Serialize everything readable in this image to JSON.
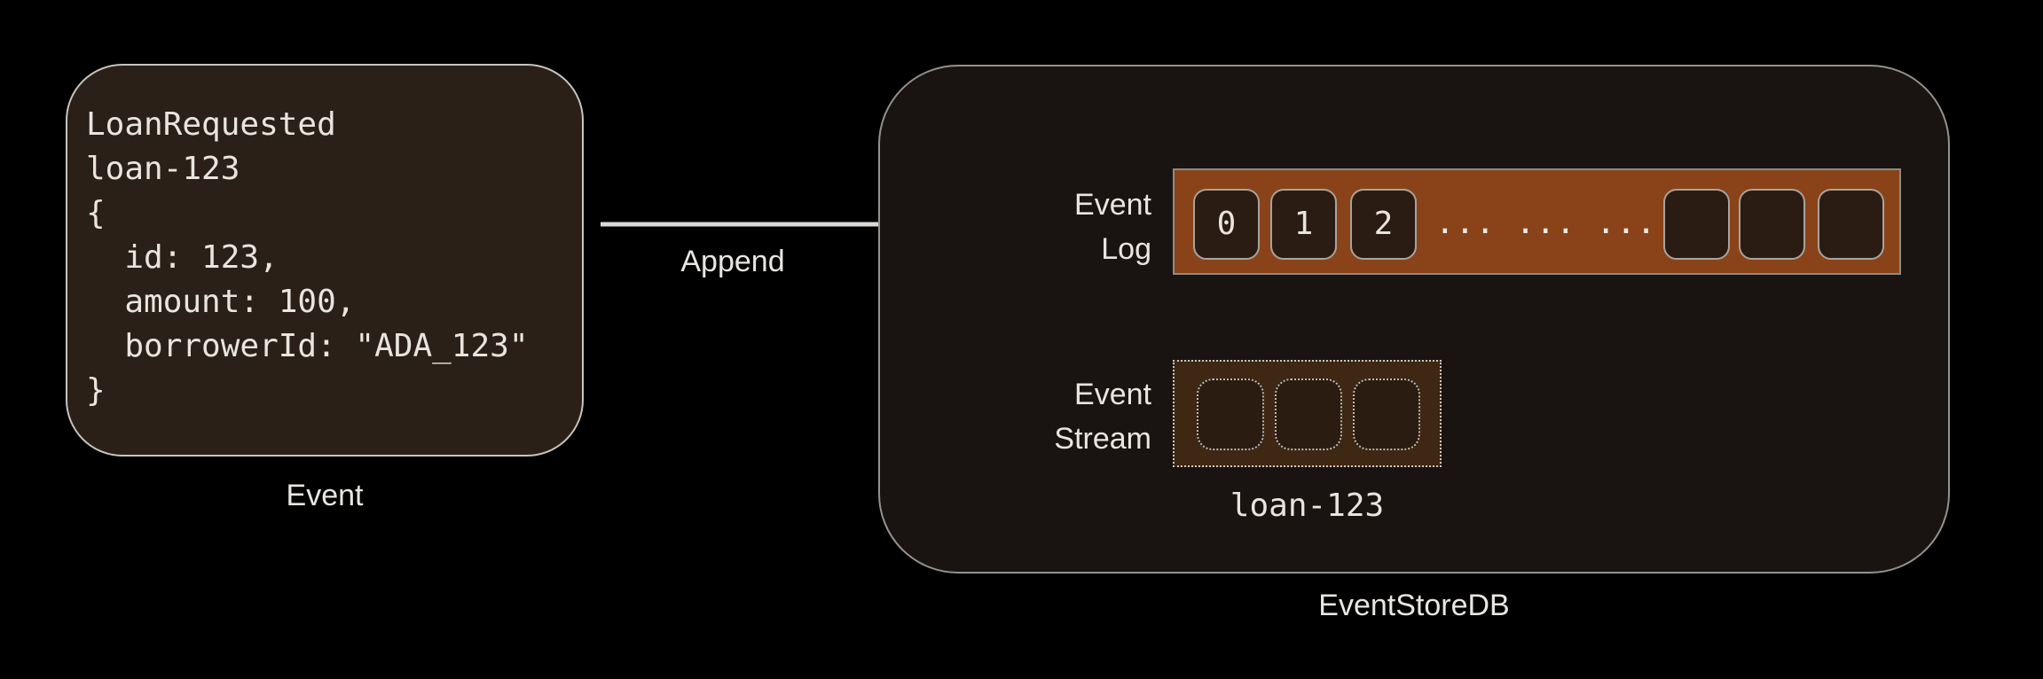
{
  "diagram": {
    "event_box": {
      "code_lines": [
        "LoanRequested",
        "loan-123",
        "{",
        "  id: 123,",
        "  amount: 100,",
        "  borrowerId: \"ADA_123\"",
        "}"
      ],
      "caption": "Event"
    },
    "append_arrow": {
      "label": "Append"
    },
    "eventstore": {
      "title": "EventStoreDB",
      "event_log": {
        "label_line1": "Event",
        "label_line2": "Log",
        "cells": [
          "0",
          "1",
          "2"
        ],
        "ellipsis": "... ... ...",
        "empty_cell_count": 3
      },
      "event_stream": {
        "label_line1": "Event",
        "label_line2": "Stream",
        "stream_name": "loan-123",
        "empty_cell_count": 3
      }
    },
    "colors": {
      "background": "#000000",
      "event_box_fill": "#2B2018",
      "container_fill": "#191311",
      "log_bar_fill": "#8A4318",
      "cell_fill": "#2A1C12",
      "stream_box_fill": "#3E2713",
      "border_light": "#C8C4C0",
      "border_dim": "#96918C",
      "text": "#E9E6E2",
      "arrow": "#DBDAD8"
    }
  }
}
